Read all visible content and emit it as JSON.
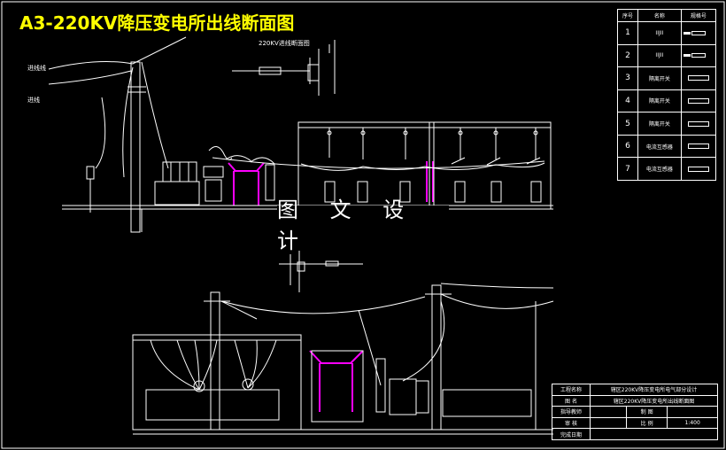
{
  "title": "A3-220KV降压变电所出线断面图",
  "top_labels": {
    "incoming_line": "进线线",
    "line": "进线",
    "subtitle": "220KV进线断面图"
  },
  "stamp": "图 文 设 计",
  "legend": {
    "headers": [
      "序号",
      "名称",
      "规格号"
    ],
    "rows": [
      {
        "num": "1",
        "name": "IIJII"
      },
      {
        "num": "2",
        "name": "IIJII"
      },
      {
        "num": "3",
        "name": "隔离开关"
      },
      {
        "num": "4",
        "name": "隔离开关"
      },
      {
        "num": "5",
        "name": "隔离开关"
      },
      {
        "num": "6",
        "name": "电流互感器"
      },
      {
        "num": "7",
        "name": "电流互感器"
      }
    ]
  },
  "title_block": {
    "project_label": "工程名称",
    "project_value": "辖区220KV降压变电所电气部分设计",
    "name_label": "图 名",
    "name_value": "辖区220KV降压变电所出线断面图",
    "design_label": "指导教师",
    "drawing_label": "制 图",
    "check_label": "审 核",
    "scale_label": "比 例",
    "scale_value": "1:400",
    "date_label": "完成日期"
  },
  "colors": {
    "title": "#ffff00",
    "line": "#ffffff",
    "highlight": "#ff00ff"
  }
}
